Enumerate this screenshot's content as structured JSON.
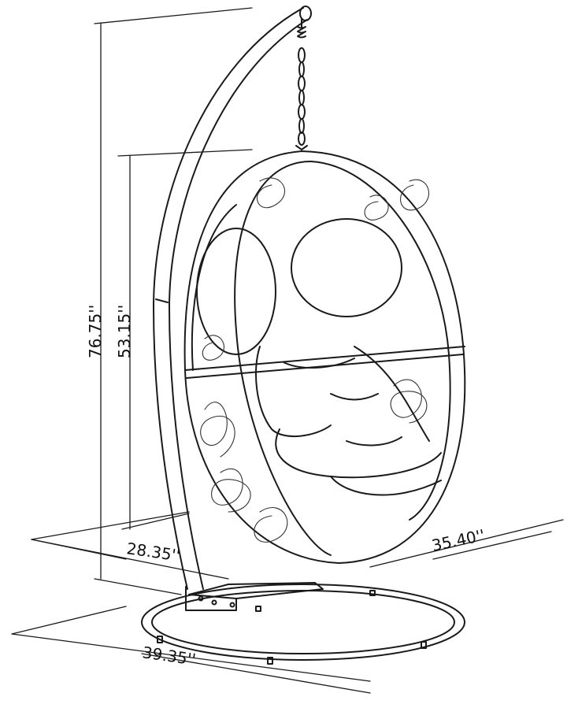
{
  "diagram": {
    "subject": "Hanging egg chair with stand – dimension drawing",
    "colors": {
      "line": "#1a1a1a",
      "background": "#ffffff"
    },
    "dimensions": {
      "overall_height": "76.75''",
      "chair_height": "53.15''",
      "chair_depth": "28.35''",
      "chair_width": "35.40''",
      "base_diameter": "39.35''"
    }
  }
}
